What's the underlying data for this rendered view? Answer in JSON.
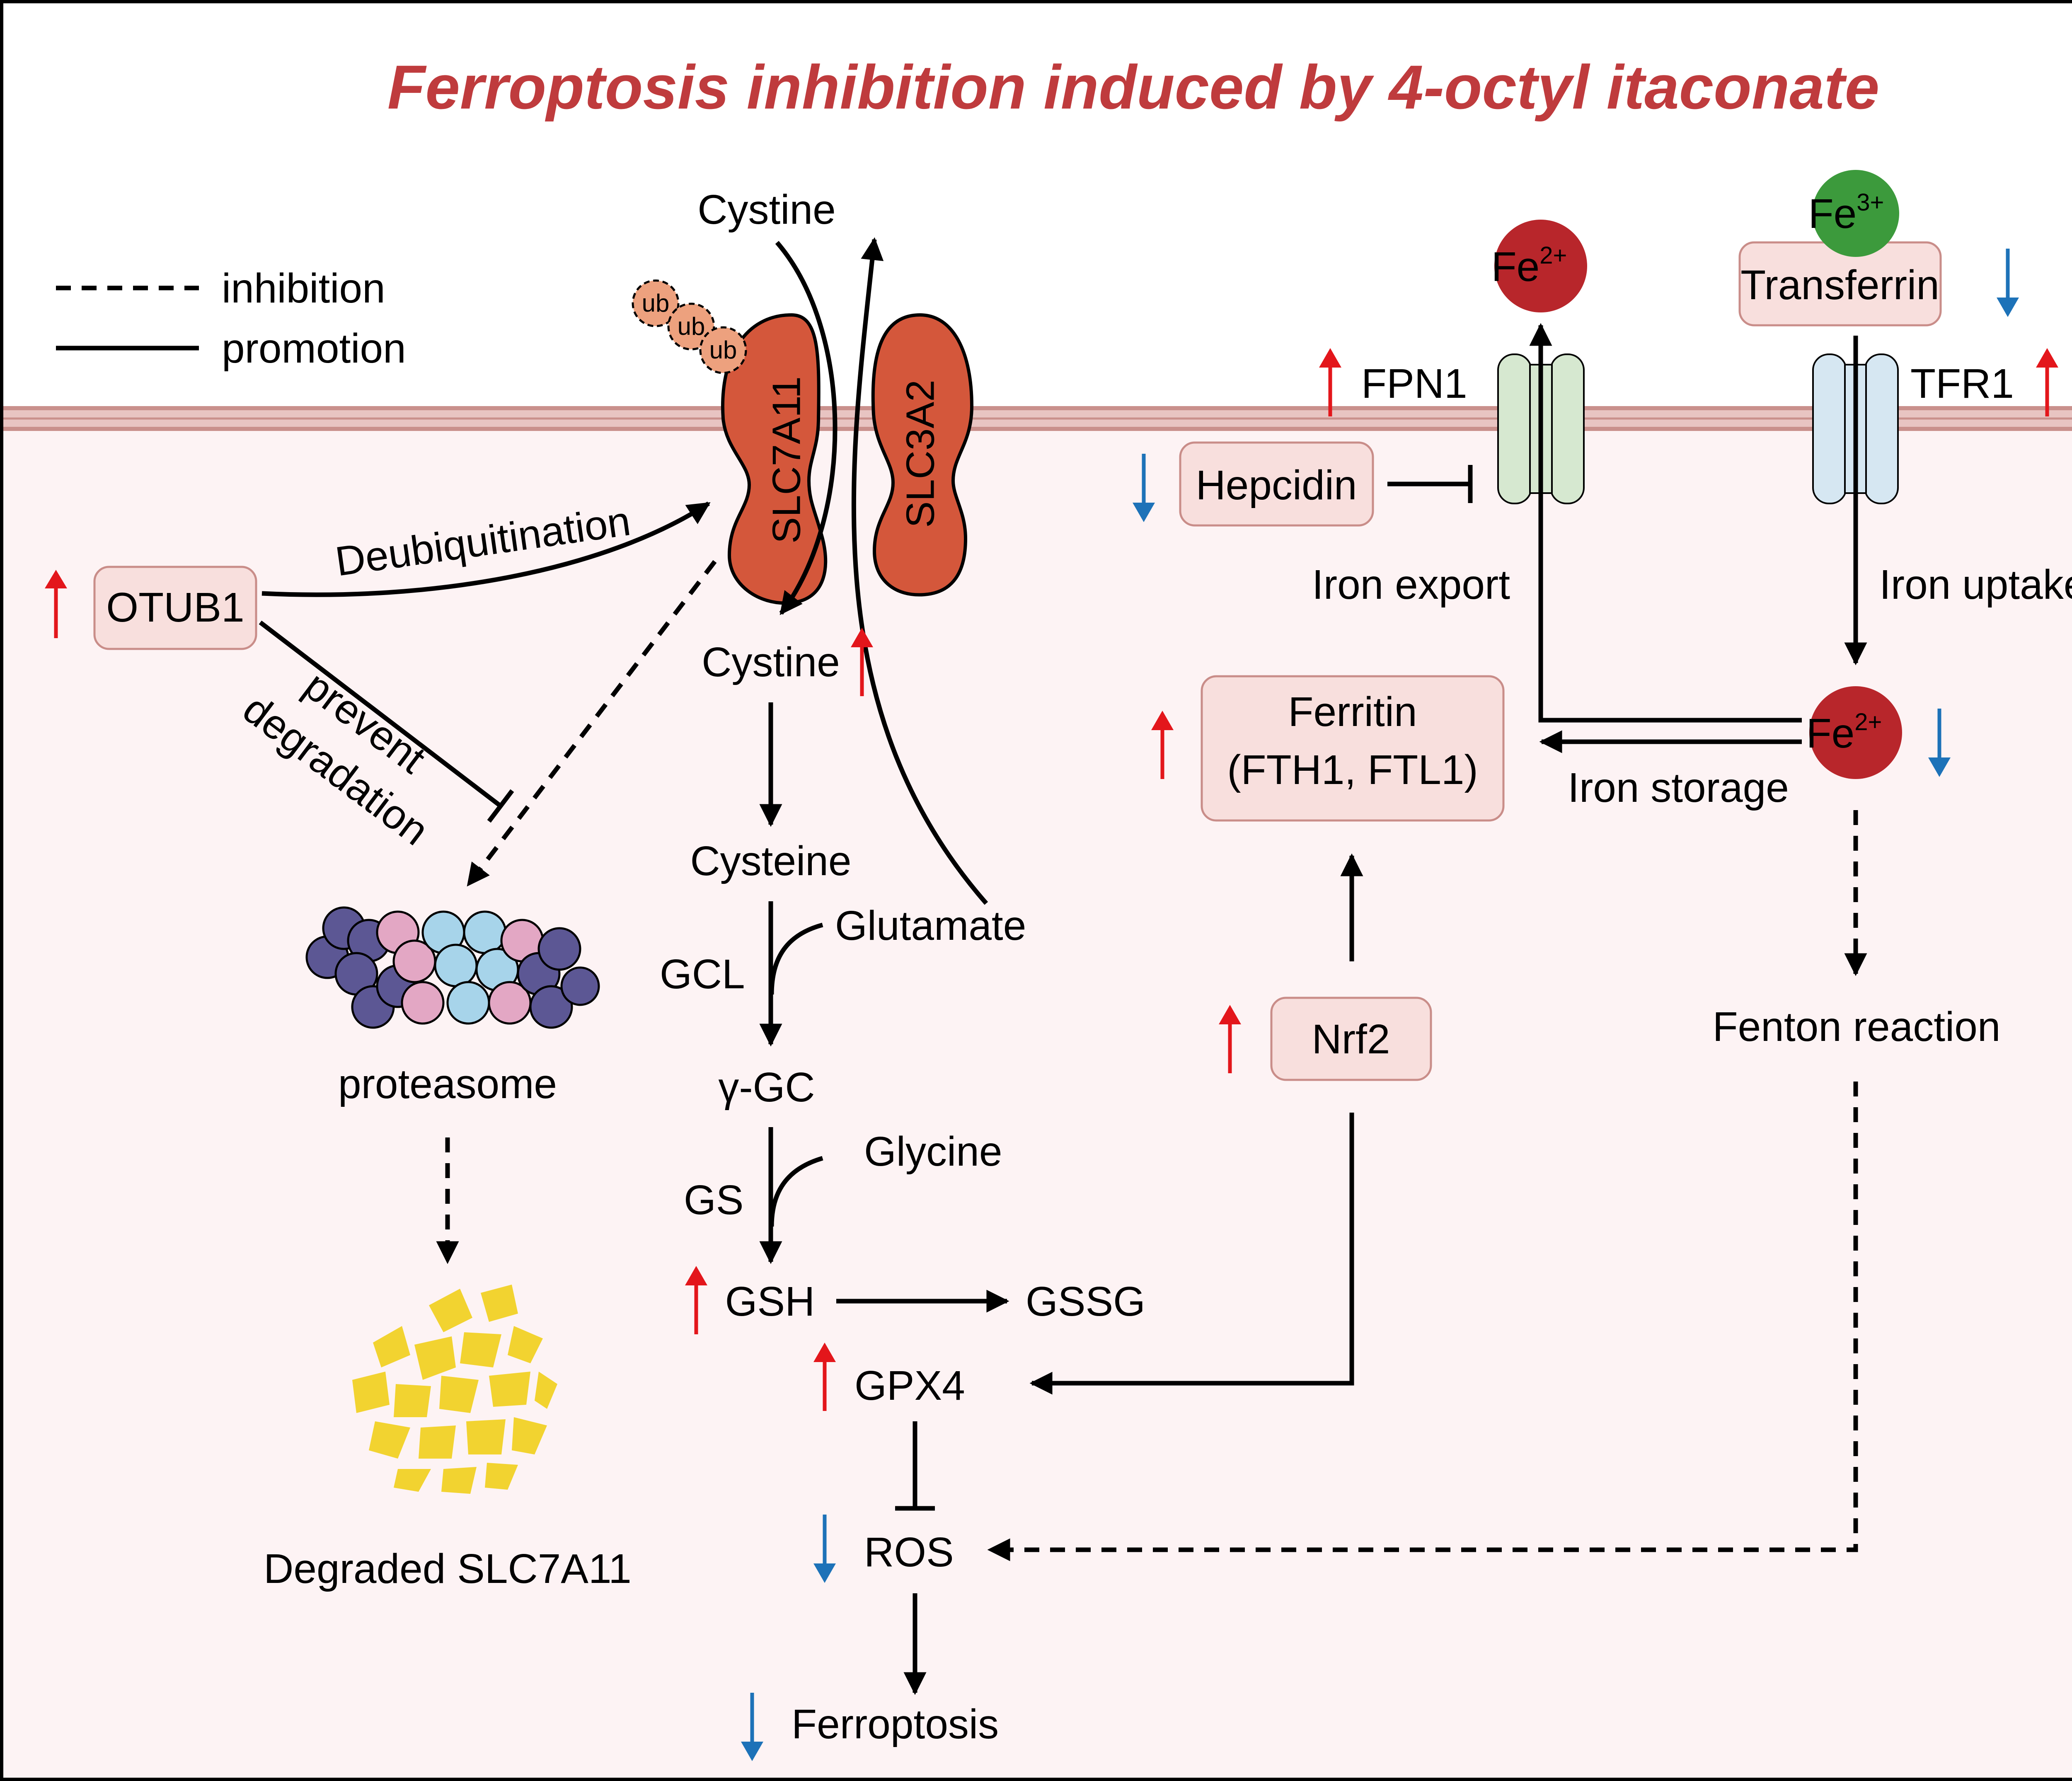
{
  "title": "Ferroptosis inhibition induced by 4-octyl itaconate",
  "legend": {
    "inhibition": "inhibition",
    "promotion": "promotion"
  },
  "membrane": {
    "slc7a11": "SLC7A11",
    "slc3a2": "SLC3A2",
    "ub": "ub",
    "fpn1": "FPN1",
    "tfr1": "TFR1"
  },
  "iron": {
    "fe": "Fe",
    "fe2_charge": "2+",
    "fe3_charge": "3+",
    "transferrin": "Transferrin",
    "hepcidin": "Hepcidin",
    "iron_export": "Iron export",
    "iron_uptake": "Iron uptake",
    "iron_storage": "Iron storage",
    "ferritin_line1": "Ferritin",
    "ferritin_line2": "(FTH1, FTL1)",
    "fenton": "Fenton reaction",
    "nrf2": "Nrf2"
  },
  "left": {
    "otub1": "OTUB1",
    "deubiquitination": "Deubiquitination",
    "prevent": "prevent",
    "degradation": "degradation",
    "proteasome": "proteasome",
    "degraded": "Degraded SLC7A11"
  },
  "pathway": {
    "cystine_out": "Cystine",
    "cystine_in": "Cystine",
    "cysteine": "Cysteine",
    "glutamate": "Glutamate",
    "gcl": "GCL",
    "ggc": "γ-GC",
    "glycine": "Glycine",
    "gs": "GS",
    "gsh": "GSH",
    "gssg": "GSSG",
    "gpx4": "GPX4",
    "ros": "ROS",
    "ferroptosis": "Ferroptosis"
  },
  "colors": {
    "title": "#bf3b3d",
    "up_arrow": "#e3161b",
    "down_arrow": "#1d72b8",
    "transporter": "#d4573b",
    "fe2": "#b8262b",
    "fe3": "#3c9a3c",
    "box_fill": "#f8dfdd",
    "cytoplasm": "#fdf3f4",
    "membrane": "#e8c4c2",
    "fpn1": "#d6e8d0",
    "tfr1": "#d6e7f2",
    "fragments": "#f2d330",
    "proteasome_purple": "#5c5794",
    "proteasome_pink": "#e3a7c4",
    "proteasome_blue": "#a7d4ea"
  }
}
